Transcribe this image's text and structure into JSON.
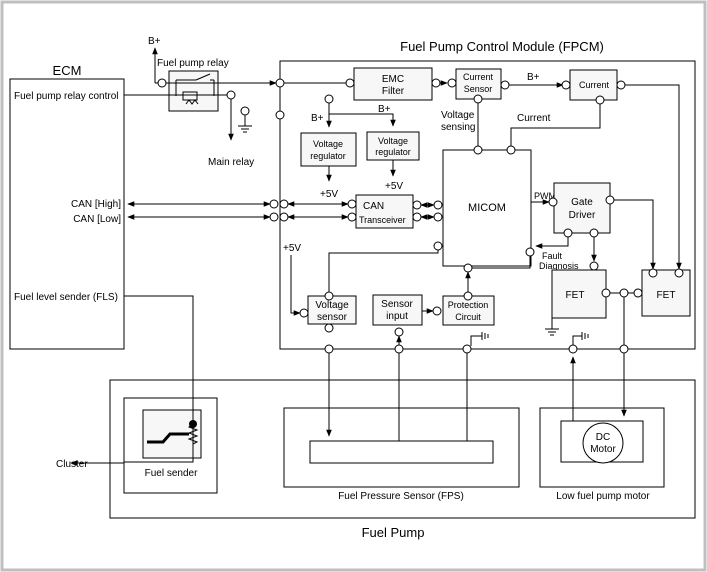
{
  "labels": {
    "b_plus_relay": "B+",
    "fuel_pump_relay": "Fuel pump relay",
    "fpcm_title": "Fuel Pump Control Module (FPCM)",
    "ecm": "ECM",
    "fuel_pump_relay_control": "Fuel pump relay control",
    "main_relay": "Main relay",
    "can_high": "CAN [High]",
    "can_low": "CAN [Low]",
    "fuel_level_sender": "Fuel level sender (FLS)",
    "cluster": "Cluster",
    "fuel_sender": "Fuel sender",
    "emc_filter_1": "EMC",
    "emc_filter_2": "Filter",
    "current_sensor_1": "Current",
    "current_sensor_2": "Sensor",
    "b_plus_mid": "B+",
    "current_box": "Current",
    "b_plus_vr1": "B+",
    "b_plus_vr2": "B+",
    "vreg1_1": "Voltage",
    "vreg1_2": "regulator",
    "vreg2_1": "Voltage",
    "vreg2_2": "regulator",
    "plus5v_1": "+5V",
    "plus5v_2": "+5V",
    "plus5v_3": "+5V",
    "voltage_sensing_1": "Voltage",
    "voltage_sensing_2": "sensing",
    "current_label": "Current",
    "can_box": "CAN",
    "transceiver": "Transceiver",
    "micom": "MICOM",
    "pwm": "PWM",
    "gate_driver_1": "Gate",
    "gate_driver_2": "Driver",
    "fault_1": "Fault",
    "fault_2": "Diagnosis",
    "fet_left": "FET",
    "fet_right": "FET",
    "vsensor_1": "Voltage",
    "vsensor_2": "sensor",
    "sensor_input_1": "Sensor",
    "sensor_input_2": "input",
    "protection_1": "Protection",
    "protection_2": "Circuit",
    "dc_motor_1": "DC",
    "dc_motor_2": "Motor",
    "fps_caption": "Fuel Pressure Sensor (FPS)",
    "low_pump_caption": "Low fuel pump motor",
    "fuel_pump_title": "Fuel Pump"
  }
}
